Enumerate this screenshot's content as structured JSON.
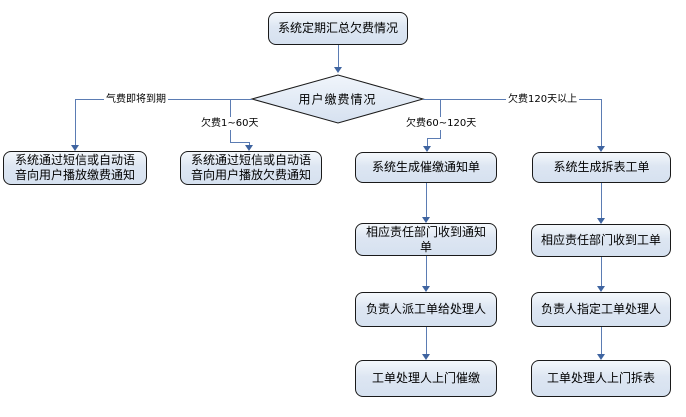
{
  "colors": {
    "background": "#ffffff",
    "node_fill_top": "#f4f8fc",
    "node_fill_bottom": "#d6e1f0",
    "node_border": "#1a1a1a",
    "connector_line": "#5b7cb3",
    "arrowhead": "#3f64a0",
    "text": "#000000"
  },
  "flowchart": {
    "type": "flowchart",
    "start": {
      "label": "系统定期汇总欠费情况"
    },
    "decision": {
      "label": "用户缴费情况"
    },
    "branches": [
      {
        "condition": "气费即将到期",
        "steps": [
          "系统通过短信或自动语音向用户播放缴费通知"
        ]
      },
      {
        "condition": "欠费1~60天",
        "steps": [
          "系统通过短信或自动语音向用户播放欠费通知"
        ]
      },
      {
        "condition": "欠费60~120天",
        "steps": [
          "系统生成催缴通知单",
          "相应责任部门收到通知单",
          "负责人派工单给处理人",
          "工单处理人上门催缴"
        ]
      },
      {
        "condition": "欠费120天以上",
        "steps": [
          "系统生成拆表工单",
          "相应责任部门收到工单",
          "负责人指定工单处理人",
          "工单处理人上门拆表"
        ]
      }
    ]
  }
}
